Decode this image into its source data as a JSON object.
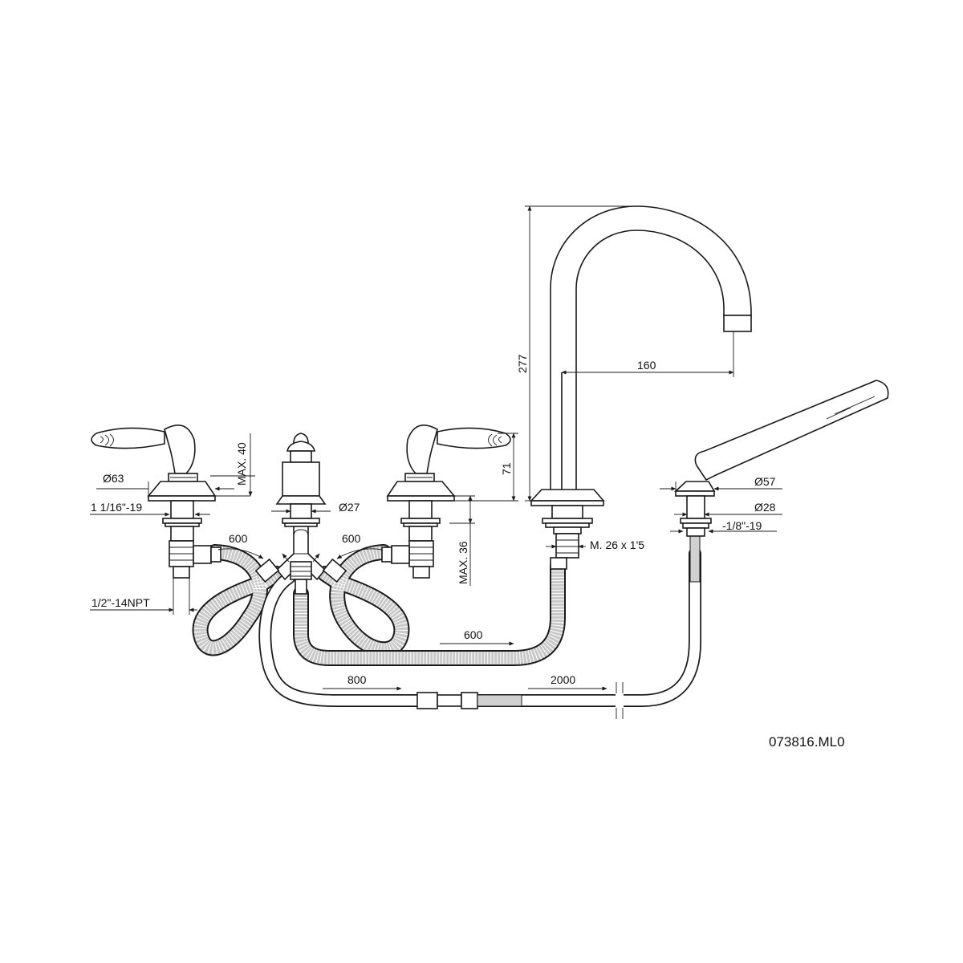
{
  "labels": {
    "d_63": "Ø63",
    "thread_left": "1 1/16\"-19",
    "npt": "1/2\"-14NPT",
    "max_40": "MAX. 40",
    "max_36": "MAX. 36",
    "d_27": "Ø27",
    "hose_left": "600",
    "hose_right": "600",
    "h_71": "71",
    "h_277": "277",
    "reach_160": "160",
    "thread_spout": "M. 26 x 1'5",
    "d_57": "Ø57",
    "d_28": "Ø28",
    "thread_shower": "-1/8\"-19",
    "hose_spout": "600",
    "hose_800": "800",
    "hose_2000": "2000"
  },
  "product_code": "073816.ML0"
}
